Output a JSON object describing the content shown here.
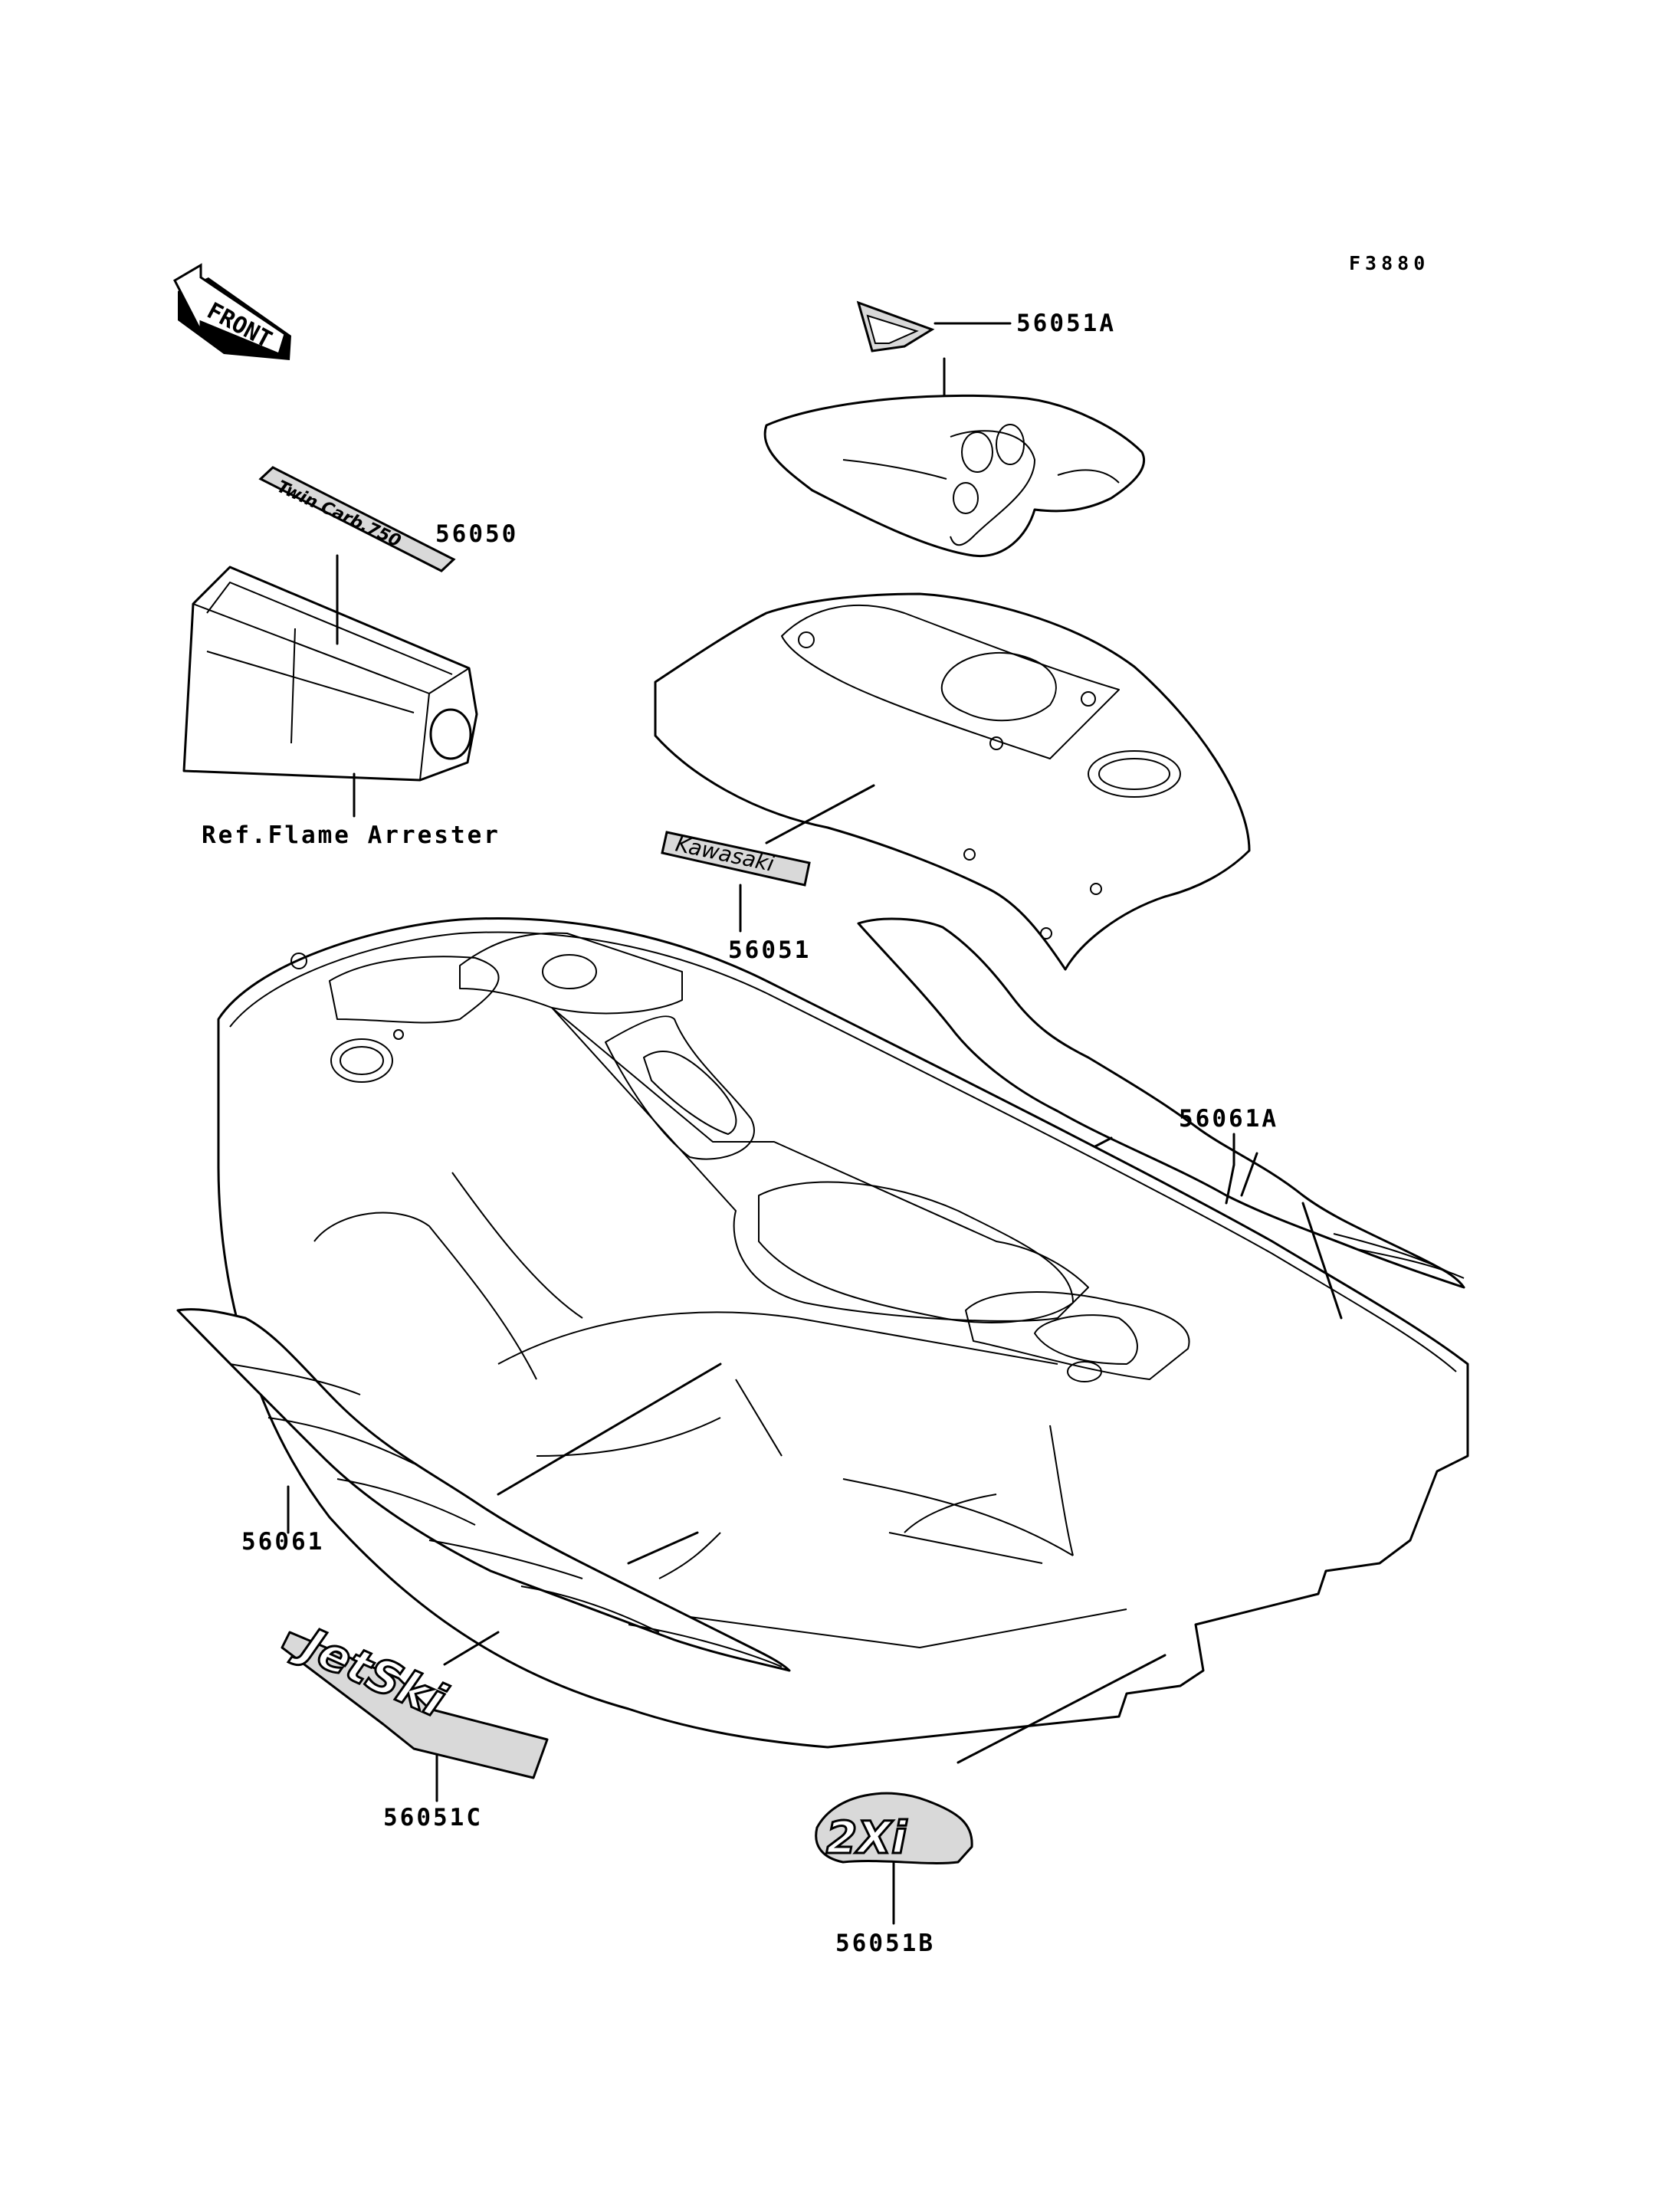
{
  "figure_id": "F3880",
  "front_arrow_text": "FRONT",
  "reference_label": "Ref.Flame Arrester",
  "parts": [
    {
      "part_number": "56051A"
    },
    {
      "part_number": "56050"
    },
    {
      "part_number": "56051"
    },
    {
      "part_number": "56061A"
    },
    {
      "part_number": "56061"
    },
    {
      "part_number": "56051C"
    },
    {
      "part_number": "56051B"
    }
  ],
  "decal_text": {
    "twin_carb": "Twin Carb.750",
    "kawasaki": "Kawasaki",
    "jetski": "JetSki",
    "model": "2Xi"
  }
}
